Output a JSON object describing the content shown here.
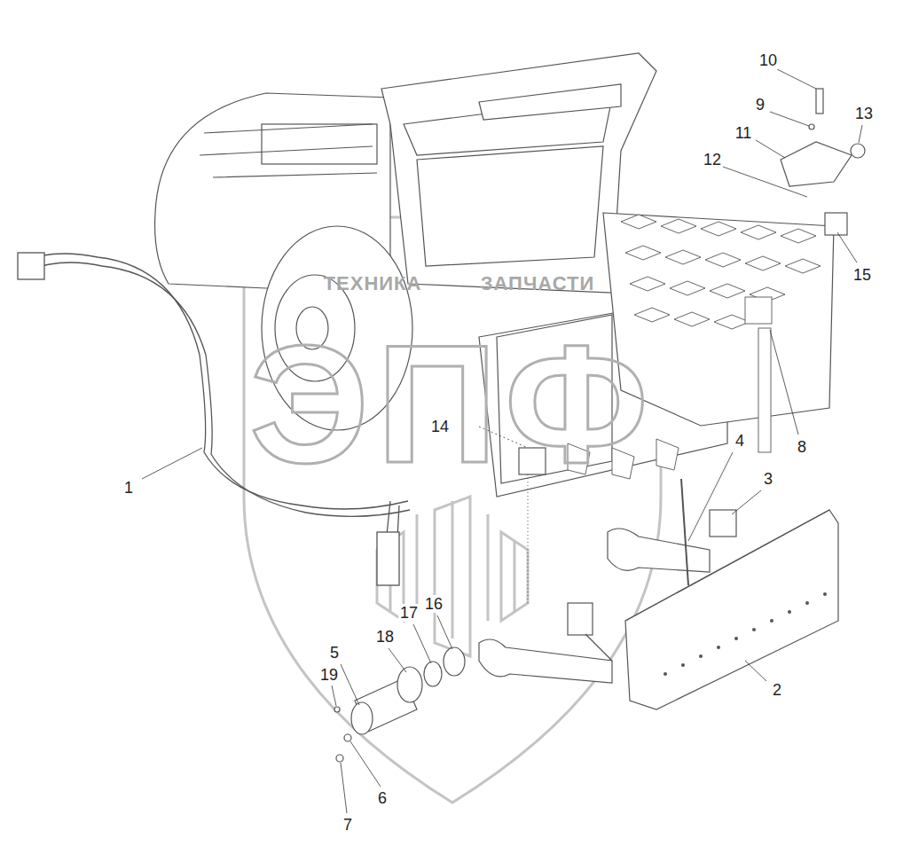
{
  "diagram": {
    "labels": [
      "10",
      "9",
      "13",
      "11",
      "12",
      "ТЕХНИКА",
      "ЗАПЧАСТИ",
      "15",
      "ЭПФ",
      "14",
      "8",
      "4",
      "1",
      "3",
      "2",
      "18",
      "17",
      "16",
      "5",
      "19",
      "6",
      "7"
    ]
  }
}
